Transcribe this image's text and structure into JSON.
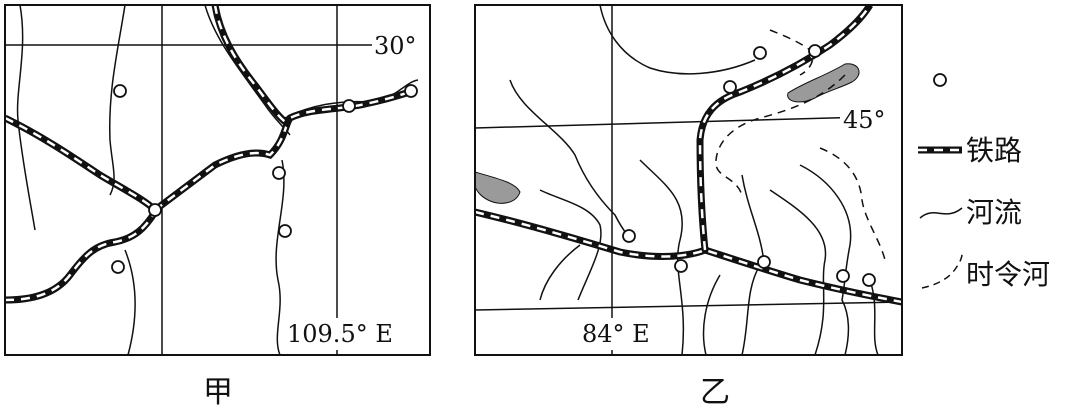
{
  "map_jia": {
    "caption": "甲",
    "lat_label": "30°",
    "lon_label": "109.5° E"
  },
  "map_yi": {
    "caption": "乙",
    "lat_label": "45°",
    "lon_label": "84° E"
  },
  "legend": {
    "city_label": "",
    "railway_label": "铁路",
    "river_label": "河流",
    "seasonal_river_label": "时令河"
  },
  "colors": {
    "line": "#111111",
    "lake": "#9a9a9a",
    "paper": "#ffffff"
  },
  "icons": [
    "city-circle-icon",
    "railway-line-icon",
    "river-line-icon",
    "seasonal-river-icon"
  ]
}
